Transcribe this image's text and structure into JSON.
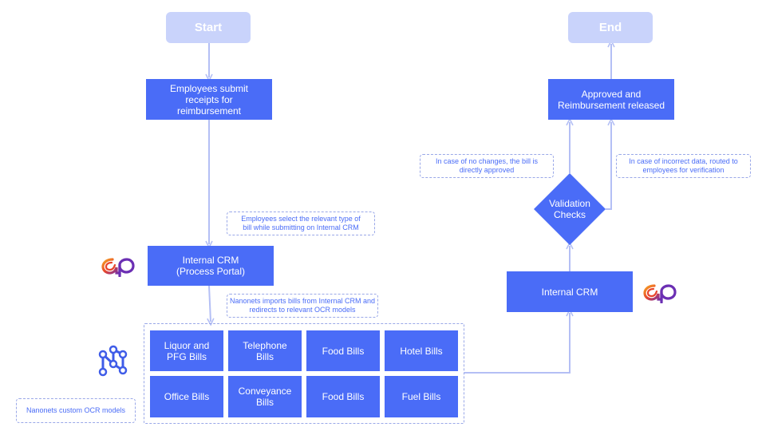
{
  "start": "Start",
  "end": "End",
  "steps": {
    "submit": "Employees submit\nreceipts for\nreimbursement",
    "crm_portal": "Internal CRM\n(Process Portal)",
    "crm_right": "Internal CRM",
    "validation": "Validation\nChecks",
    "approved": "Approved and\nReimbursement released"
  },
  "notes": {
    "select_type": "Employees select the relevant type of\nbill while submitting on Internal CRM",
    "nanonets_import": "Nanonets imports bills from Internal CRM and\nredirects to relevant OCR models",
    "no_changes": "In case of no changes, the bill is\ndirectly approved",
    "incorrect_data": "In case of incorrect data, routed to\nemployees for verification",
    "ocr_models": "Nanonets custom OCR models"
  },
  "bills": [
    "Liquor and\nPFG Bills",
    "Telephone\nBills",
    "Food Bills",
    "Hotel Bills",
    "Office Bills",
    "Conveyance\nBills",
    "Food Bills",
    "Fuel Bills"
  ],
  "colors": {
    "primary": "#4a6cf7",
    "terminal": "#c9d3fb",
    "connector": "#b4bff5",
    "note_border": "#9aa8e8"
  },
  "icons": {
    "process_portal_logo": "ap-logo-icon",
    "nanonets_logo": "nanonets-logo-icon"
  }
}
